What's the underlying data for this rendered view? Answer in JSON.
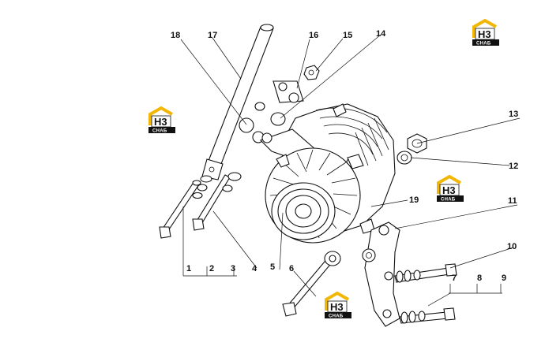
{
  "colors": {
    "logo_accent": "#f2b705",
    "logo_dark": "#111111",
    "line": "#111111"
  },
  "logo": {
    "letters": "H3",
    "subtitle": "СНАБ"
  },
  "callouts": [
    "1",
    "2",
    "3",
    "4",
    "5",
    "6",
    "7",
    "8",
    "9",
    "10",
    "11",
    "12",
    "13",
    "14",
    "15",
    "16",
    "17",
    "18",
    "19"
  ]
}
